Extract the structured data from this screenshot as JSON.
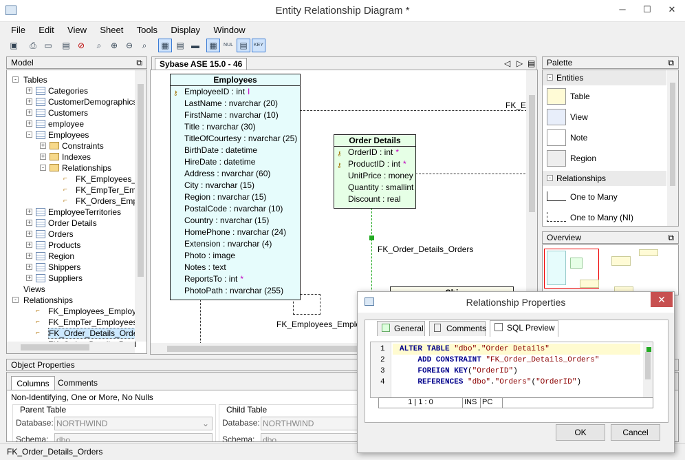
{
  "window": {
    "title": "Entity Relationship Diagram *",
    "minimize": "─",
    "maximize": "☐",
    "close": "✕"
  },
  "menu": [
    "File",
    "Edit",
    "View",
    "Sheet",
    "Tools",
    "Display",
    "Window"
  ],
  "model_panel": {
    "title": "Model",
    "tree": [
      {
        "label": "Tables",
        "level": 0,
        "exp": "-"
      },
      {
        "label": "Categories",
        "level": 1,
        "exp": "+",
        "icon": "table"
      },
      {
        "label": "CustomerDemographics",
        "level": 1,
        "exp": "+",
        "icon": "table"
      },
      {
        "label": "Customers",
        "level": 1,
        "exp": "+",
        "icon": "table"
      },
      {
        "label": "employee",
        "level": 1,
        "exp": "+",
        "icon": "table"
      },
      {
        "label": "Employees",
        "level": 1,
        "exp": "-",
        "icon": "table"
      },
      {
        "label": "Constraints",
        "level": 2,
        "exp": "+",
        "icon": "folder"
      },
      {
        "label": "Indexes",
        "level": 2,
        "exp": "+",
        "icon": "folder"
      },
      {
        "label": "Relationships",
        "level": 2,
        "exp": "-",
        "icon": "folder"
      },
      {
        "label": "FK_Employees_Em",
        "level": 3,
        "exp": "",
        "icon": "rel"
      },
      {
        "label": "FK_EmpTer_Emplo",
        "level": 3,
        "exp": "",
        "icon": "rel"
      },
      {
        "label": "FK_Orders_Emplo",
        "level": 3,
        "exp": "",
        "icon": "rel"
      },
      {
        "label": "EmployeeTerritories",
        "level": 1,
        "exp": "+",
        "icon": "table"
      },
      {
        "label": "Order Details",
        "level": 1,
        "exp": "+",
        "icon": "table"
      },
      {
        "label": "Orders",
        "level": 1,
        "exp": "+",
        "icon": "table"
      },
      {
        "label": "Products",
        "level": 1,
        "exp": "+",
        "icon": "table"
      },
      {
        "label": "Region",
        "level": 1,
        "exp": "+",
        "icon": "table"
      },
      {
        "label": "Shippers",
        "level": 1,
        "exp": "+",
        "icon": "table"
      },
      {
        "label": "Suppliers",
        "level": 1,
        "exp": "+",
        "icon": "table"
      },
      {
        "label": "Views",
        "level": 0,
        "exp": ""
      },
      {
        "label": "Relationships",
        "level": 0,
        "exp": "-"
      },
      {
        "label": "FK_Employees_Employee",
        "level": 1,
        "exp": "",
        "icon": "rel"
      },
      {
        "label": "FK_EmpTer_Employees [E",
        "level": 1,
        "exp": "",
        "icon": "rel"
      },
      {
        "label": "FK_Order_Details_Orders",
        "level": 1,
        "exp": "",
        "icon": "rel",
        "selected": true
      },
      {
        "label": "FK_Order_Details_Prod",
        "level": 1,
        "exp": "",
        "icon": "rel"
      }
    ]
  },
  "diagram": {
    "tab_label": "Sybase ASE 15.0 - 46",
    "employees": {
      "title": "Employees",
      "columns": [
        {
          "text": "EmployeeID : int",
          "key": true,
          "mark": "I"
        },
        {
          "text": "LastName : nvarchar (20)"
        },
        {
          "text": "FirstName : nvarchar (10)"
        },
        {
          "text": "Title : nvarchar (30)"
        },
        {
          "text": "TitleOfCourtesy : nvarchar (25)"
        },
        {
          "text": "BirthDate : datetime"
        },
        {
          "text": "HireDate : datetime"
        },
        {
          "text": "Address : nvarchar (60)"
        },
        {
          "text": "City : nvarchar (15)"
        },
        {
          "text": "Region : nvarchar (15)"
        },
        {
          "text": "PostalCode : nvarchar (10)"
        },
        {
          "text": "Country : nvarchar (15)"
        },
        {
          "text": "HomePhone : nvarchar (24)"
        },
        {
          "text": "Extension : nvarchar (4)"
        },
        {
          "text": "Photo : image"
        },
        {
          "text": "Notes : text"
        },
        {
          "text": "ReportsTo : int",
          "mark": "*"
        },
        {
          "text": "PhotoPath : nvarchar (255)"
        }
      ]
    },
    "order_details": {
      "title": "Order Details",
      "columns": [
        {
          "text": "OrderID : int",
          "key": true,
          "mark": "*"
        },
        {
          "text": "ProductID : int",
          "key": true,
          "mark": "*"
        },
        {
          "text": "UnitPrice : money"
        },
        {
          "text": "Quantity : smallint"
        },
        {
          "text": "Discount : real"
        }
      ]
    },
    "shippers_partial": "Shi",
    "labels": {
      "fk_em": "FK_Em",
      "fk_order_details_orders": "FK_Order_Details_Orders",
      "fk_employees_employee": "FK_Employees_Employee"
    }
  },
  "palette": {
    "title": "Palette",
    "entities_header": "Entities",
    "entities": [
      "Table",
      "View",
      "Note",
      "Region"
    ],
    "relationships_header": "Relationships",
    "relationships": [
      "One to Many",
      "One to Many (NI)"
    ]
  },
  "overview": {
    "title": "Overview"
  },
  "object_properties": {
    "title": "Object Properties",
    "tabs": [
      "Columns",
      "Comments"
    ],
    "summary": "Non-Identifying, One or More, No Nulls",
    "parent": {
      "label": "Parent Table",
      "database_label": "Database:",
      "database": "NORTHWIND",
      "schema_label": "Schema:",
      "schema": "dbo"
    },
    "child": {
      "label": "Child Table",
      "database_label": "Database:",
      "database": "NORTHWIND",
      "schema_label": "Schema:",
      "schema": "dbo"
    }
  },
  "status_bar": "FK_Order_Details_Orders",
  "dialog": {
    "title": "Relationship Properties",
    "tabs": [
      "General",
      "Comments",
      "SQL Preview"
    ],
    "line_numbers": [
      "1",
      "2",
      "3",
      "4"
    ],
    "sql": [
      [
        {
          "t": "ALTER TABLE ",
          "c": "kw"
        },
        {
          "t": "\"dbo\"",
          "c": "str"
        },
        {
          "t": ".",
          "c": ""
        },
        {
          "t": "\"Order Details\"",
          "c": "str"
        }
      ],
      [
        {
          "t": "    ADD CONSTRAINT ",
          "c": "kw"
        },
        {
          "t": "\"FK_Order_Details_Orders\"",
          "c": "str"
        }
      ],
      [
        {
          "t": "    FOREIGN KEY",
          "c": "kw"
        },
        {
          "t": "(",
          "c": ""
        },
        {
          "t": "\"OrderID\"",
          "c": "str"
        },
        {
          "t": ")",
          "c": ""
        }
      ],
      [
        {
          "t": "    REFERENCES ",
          "c": "kw"
        },
        {
          "t": "\"dbo\"",
          "c": "str"
        },
        {
          "t": ".",
          "c": ""
        },
        {
          "t": "\"Orders\"",
          "c": "str"
        },
        {
          "t": "(",
          "c": ""
        },
        {
          "t": "\"OrderID\"",
          "c": "str"
        },
        {
          "t": ")",
          "c": ""
        }
      ]
    ],
    "status": {
      "position": "1 | 1 : 0",
      "ins": "INS",
      "pc": "PC"
    },
    "ok": "OK",
    "cancel": "Cancel"
  }
}
